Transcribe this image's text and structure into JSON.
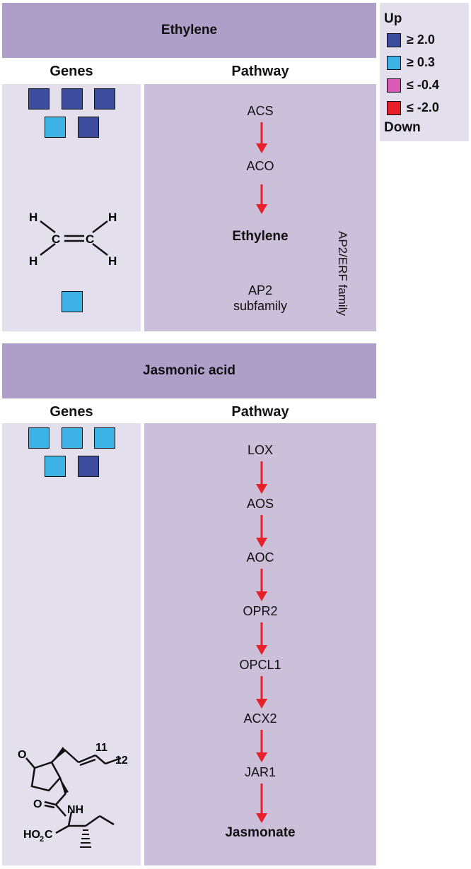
{
  "colors": {
    "up_strong": "#3d4c9c",
    "up_weak": "#3cb3e4",
    "down_weak": "#d95bb5",
    "down_strong": "#e8202a",
    "header": "#ad9fc7",
    "genes_panel": "#e3dfec",
    "pathway_panel": "#cbbfda",
    "arrow": "#e8202a"
  },
  "legend": {
    "up_label": "Up",
    "down_label": "Down",
    "items": [
      {
        "label": "≥ 2.0",
        "color": "#3d4c9c"
      },
      {
        "label": "≥ 0.3",
        "color": "#3cb3e4"
      },
      {
        "label": "≤ -0.4",
        "color": "#d95bb5"
      },
      {
        "label": "≤ -2.0",
        "color": "#e8202a"
      }
    ]
  },
  "ethylene": {
    "title": "Ethylene",
    "genes_header": "Genes",
    "pathway_header": "Pathway",
    "gene_squares": [
      "up_strong",
      "up_strong",
      "up_strong",
      "up_weak",
      "up_strong"
    ],
    "ap2_square": "up_weak",
    "steps": [
      "ACS",
      "ACO"
    ],
    "product": "Ethylene",
    "family_label": "AP2/ERF family",
    "subfamily_line1": "AP2",
    "subfamily_line2": "subfamily",
    "structure_atoms": {
      "h": "H",
      "c": "C"
    }
  },
  "jasmonic": {
    "title": "Jasmonic acid",
    "genes_header": "Genes",
    "pathway_header": "Pathway",
    "gene_squares": [
      "up_weak",
      "up_weak",
      "up_weak",
      "up_weak",
      "up_strong"
    ],
    "steps": [
      "LOX",
      "AOS",
      "AOC",
      "OPR2",
      "OPCL1",
      "ACX2",
      "JAR1"
    ],
    "product": "Jasmonate",
    "structure_labels": {
      "o": "O",
      "nh": "NH",
      "ho": "HO",
      "sub2": "2",
      "c": "C",
      "num11": "11",
      "num12": "12"
    }
  }
}
